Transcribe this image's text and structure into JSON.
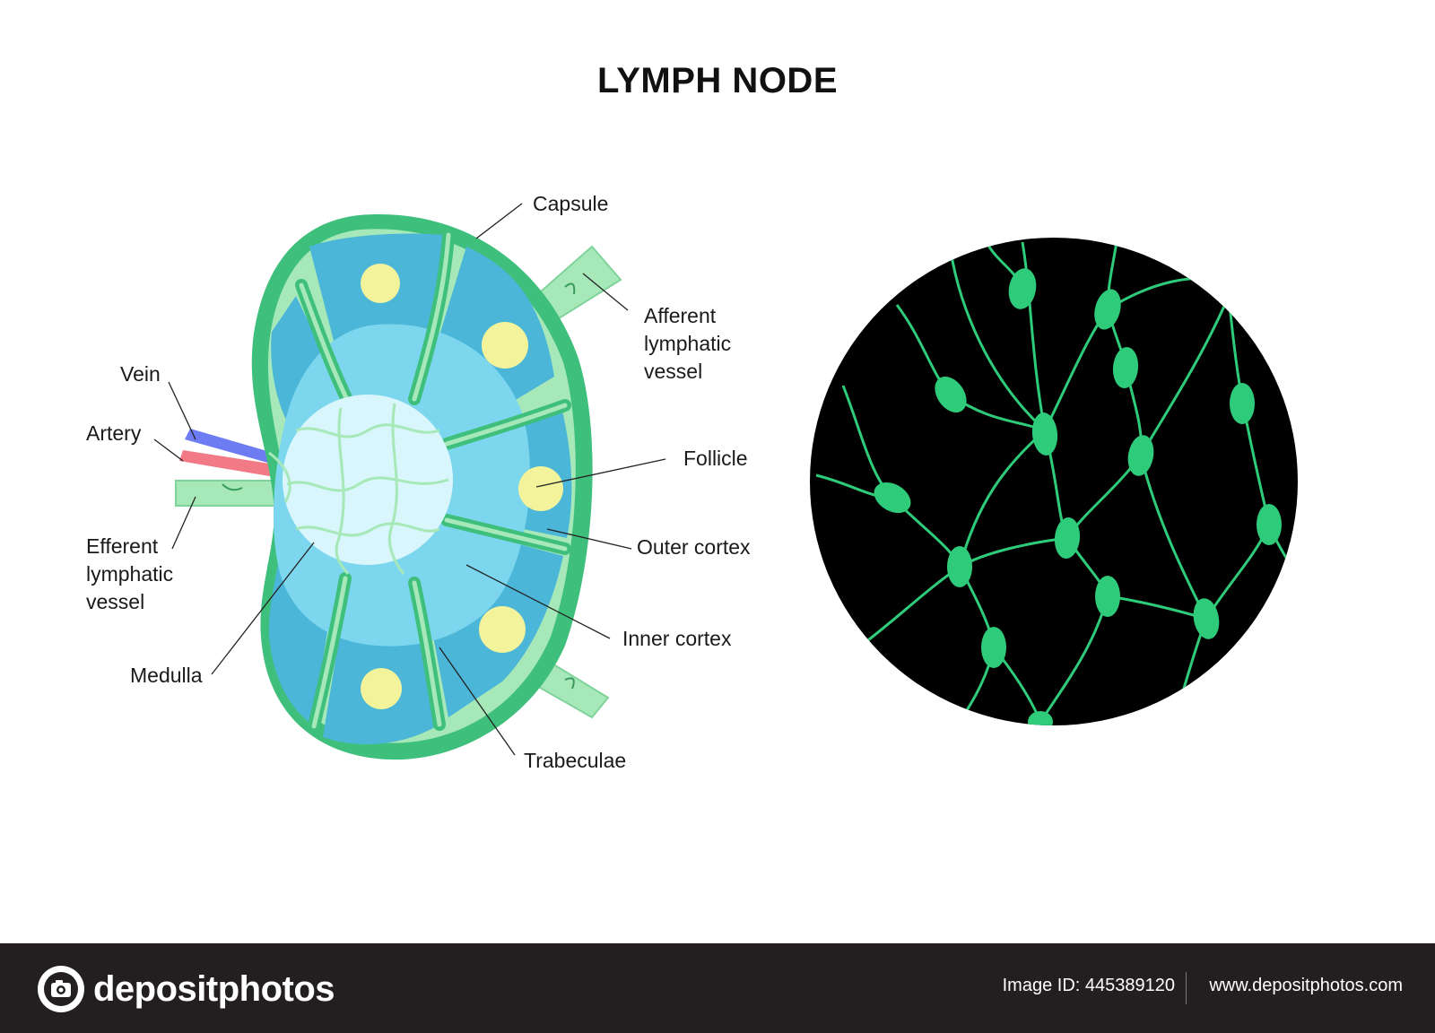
{
  "title": "LYMPH NODE",
  "labels": {
    "capsule": "Capsule",
    "afferent": [
      "Afferent",
      "lymphatic",
      "vessel"
    ],
    "vein": "Vein",
    "artery": "Artery",
    "efferent": [
      "Efferent",
      "lymphatic",
      "vessel"
    ],
    "follicle": "Follicle",
    "outer_cortex": "Outer cortex",
    "inner_cortex": "Inner cortex",
    "medulla": "Medulla",
    "trabeculae": "Trabeculae"
  },
  "footer": {
    "brand": "depositphotos",
    "image_id": "Image ID: 445389120",
    "site": "www.depositphotos.com"
  },
  "colors": {
    "capsule": "#3fbf7c",
    "capsule_light": "#a6e8b8",
    "outer_cortex": "#4bb6d8",
    "inner_cortex": "#7cd6ee",
    "medulla": "#d8f6fb",
    "follicle": "#f2f39a",
    "vein": "#6d7cf2",
    "artery": "#f27a86",
    "network_bg": "#000000",
    "network_cell": "#2ecc7a",
    "footer_bg": "#231f20"
  }
}
